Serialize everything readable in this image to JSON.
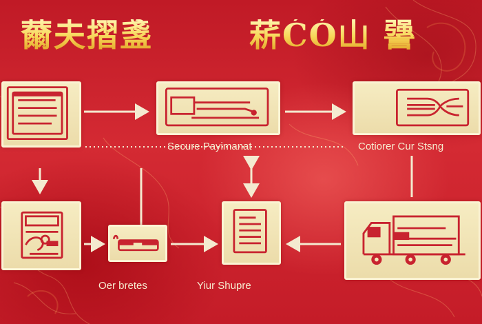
{
  "title": {
    "left": "薾夫摺盞",
    "right": "菥ĆÓ山 謽"
  },
  "labels": {
    "secure_payment": "Secure Payimanat",
    "customer_support": "Cotiorer Cur Stsng",
    "order_updates": "Oer bretes",
    "your_shipment": "Yiur  Shupre"
  },
  "colors": {
    "background": "#c8202b",
    "box_fill": "#f2e6b8",
    "icon_red": "#c8232f",
    "title_gold": "#f7d657",
    "arrow_cream": "#f4ead0"
  },
  "icons": [
    "document-icon",
    "payment-card-icon",
    "support-chat-icon",
    "order-clipboard-icon",
    "update-notification-icon",
    "shipment-document-icon",
    "delivery-truck-icon"
  ]
}
